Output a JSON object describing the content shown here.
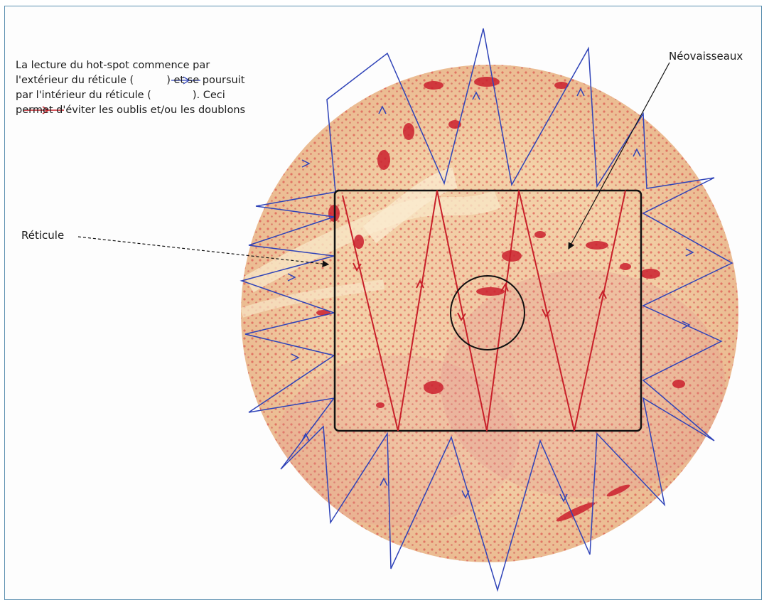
{
  "caption": {
    "part1": "La lecture du hot-spot commence par l'extérieur du réticule (",
    "part2": ") et se poursuit par l'intérieur du réticule (",
    "part3": "). Ceci permet d'éviter les oublis et/ou les doublons"
  },
  "labels": {
    "reticule": "Réticule",
    "neovaisseaux": "Néovaisseaux"
  },
  "colors": {
    "frame": "#5b8fb0",
    "tissue": "#f2d4a8",
    "stain": "#d8343a",
    "outer_path": "#2f43b8",
    "inner_path": "#c8202a",
    "reticule": "#111111"
  }
}
